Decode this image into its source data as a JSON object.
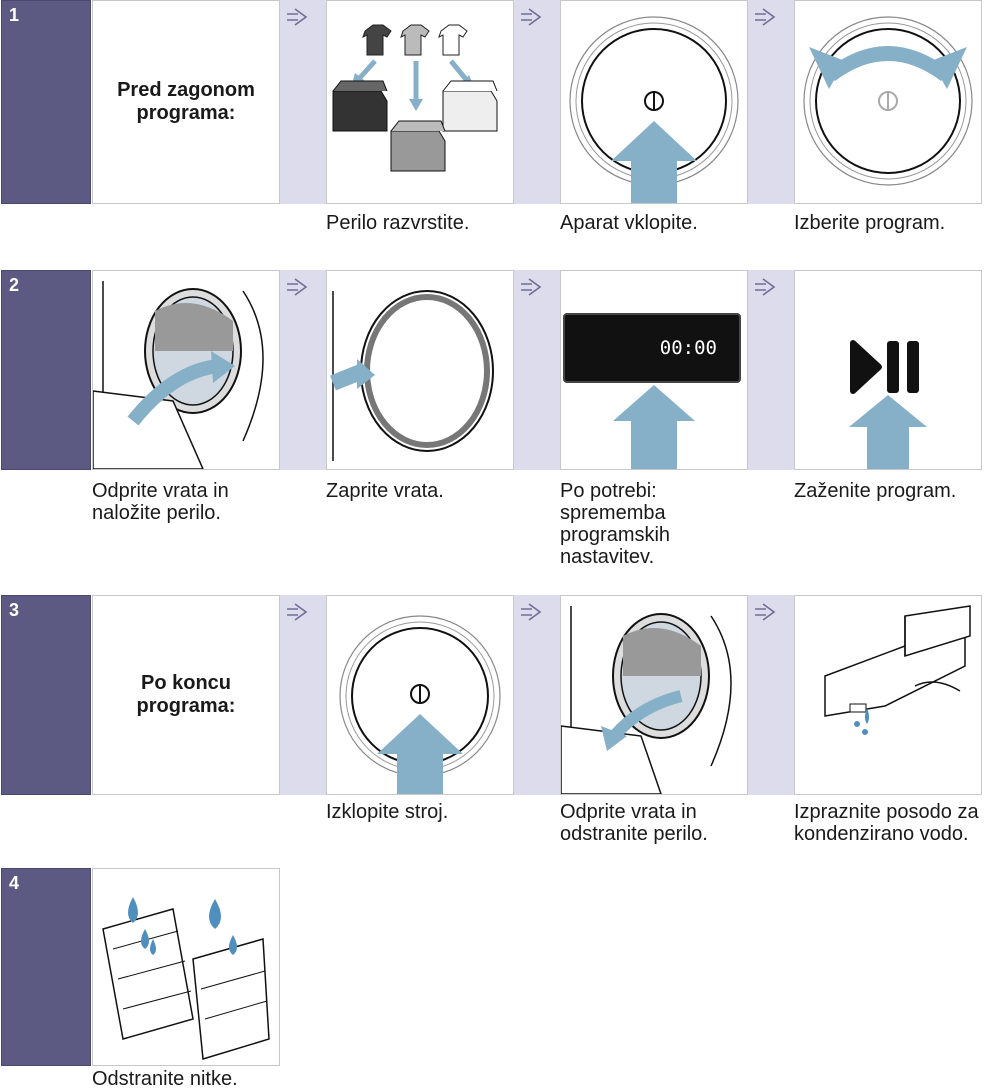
{
  "steps": [
    {
      "number": "1",
      "intro": "Pred zagonom programa:",
      "captions": [
        "Perilo razvrstite.",
        "Aparat vklopite.",
        "Izberite program."
      ]
    },
    {
      "number": "2",
      "captions": [
        "Odprite vrata in naložite perilo.",
        "Zaprite vrata.",
        "Po potrebi: sprememba programskih nastavitev.",
        "Zaženite program."
      ],
      "display_value": "00:00"
    },
    {
      "number": "3",
      "intro": "Po koncu programa:",
      "captions": [
        "Izklopite stroj.",
        "Odprite vrata in odstranite perilo.",
        "Izpraznite posodo za kondenzirano vodo."
      ]
    },
    {
      "number": "4",
      "captions": [
        "Odstranite nitke."
      ]
    }
  ],
  "colors": {
    "step_box": "#5c5a82",
    "separator": "#dcdcec",
    "arrow_blue": "#86afc8",
    "drop_blue": "#4f8fbe"
  }
}
